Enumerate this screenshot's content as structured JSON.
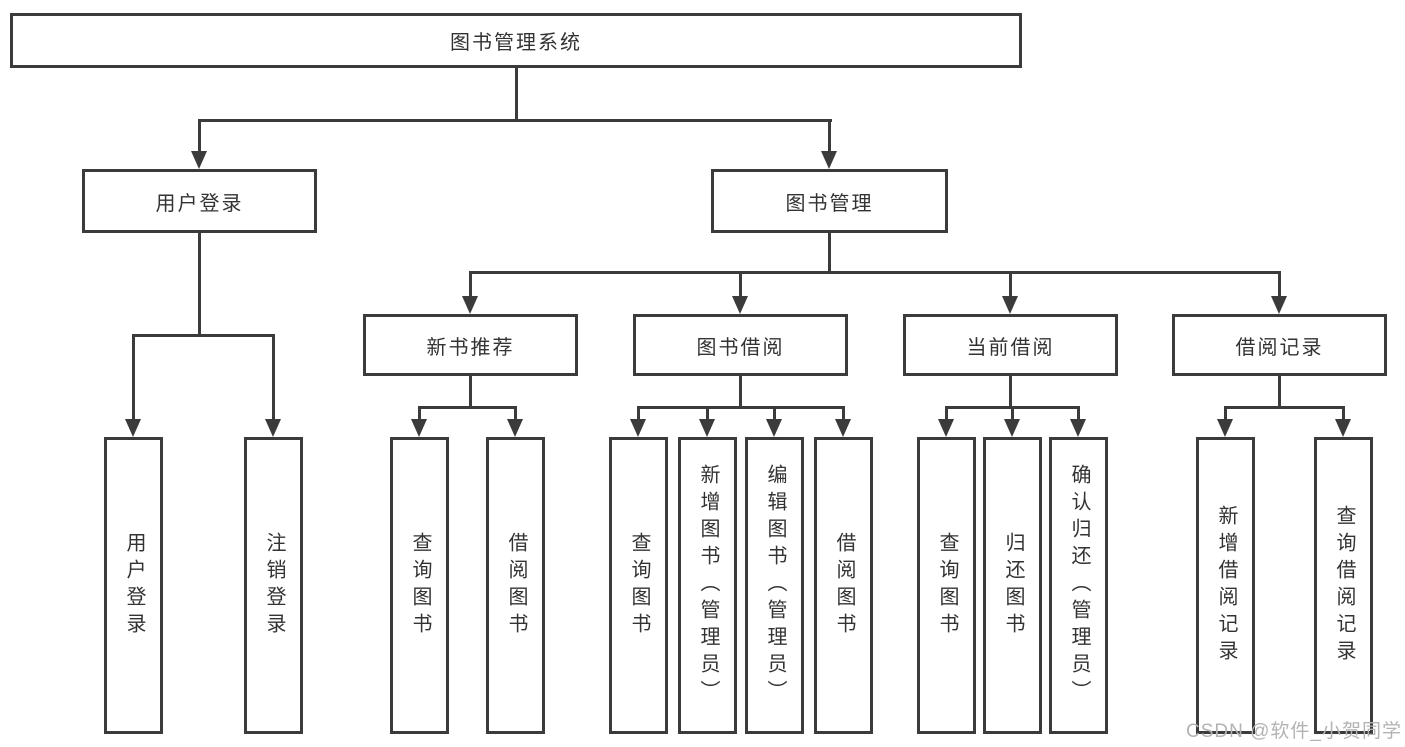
{
  "nodes": {
    "root": "图书管理系统",
    "user_login": "用户登录",
    "book_mgmt": "图书管理",
    "new_book_rec": "新书推荐",
    "book_borrow": "图书借阅",
    "current_borrow": "当前借阅",
    "borrow_record": "借阅记录",
    "user_login_children": [
      "用户登录",
      "注销登录"
    ],
    "new_book_rec_children": [
      "查询图书",
      "借阅图书"
    ],
    "book_borrow_children": [
      "查询图书",
      "新增图书（管理员）",
      "编辑图书（管理员）",
      "借阅图书"
    ],
    "current_borrow_children": [
      "查询图书",
      "归还图书",
      "确认归还（管理员）"
    ],
    "borrow_record_children": [
      "新增借阅记录",
      "查询借阅记录"
    ]
  },
  "watermark": "CSDN @软件_小贺同学",
  "colors": {
    "line": "#3b3b3b",
    "text": "#333333",
    "watermark": "#b3b3b3",
    "background": "#ffffff"
  }
}
